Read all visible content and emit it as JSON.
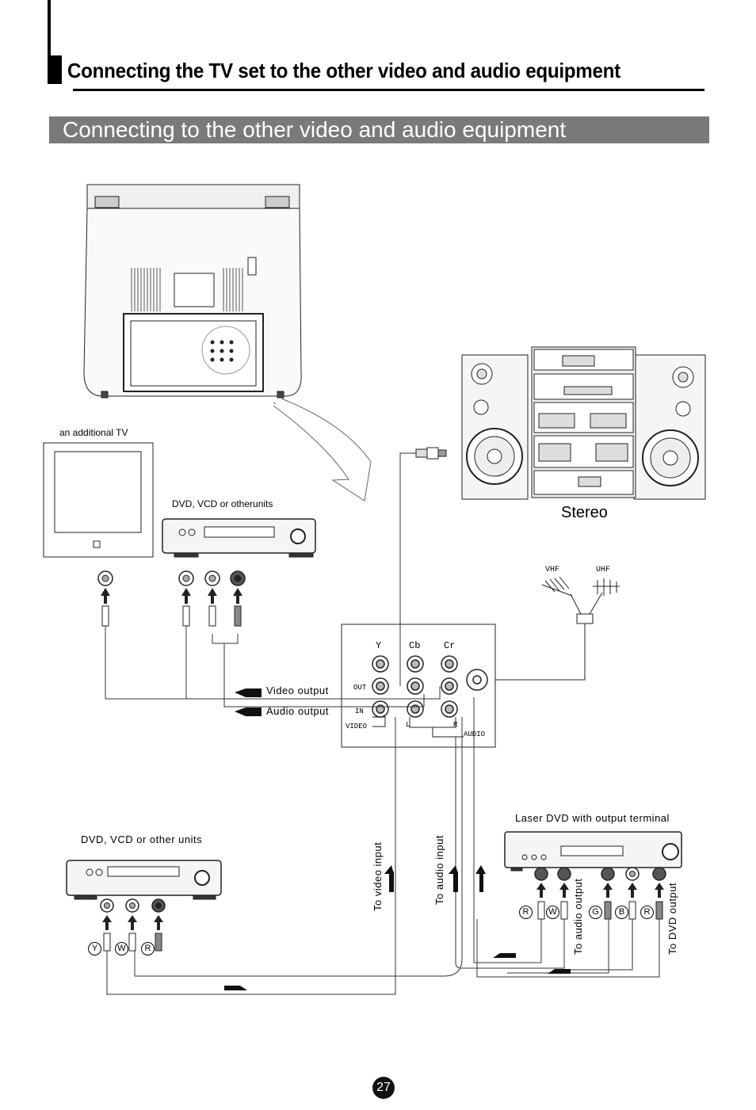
{
  "header": {
    "title": "Connecting the TV set to the other video and audio equipment"
  },
  "section": {
    "title": "Connecting to the other video and audio equipment"
  },
  "labels": {
    "additional_tv": "an additional TV",
    "dvd_top": "DVD, VCD or otherunits",
    "stereo": "Stereo",
    "vhf": "VHF",
    "uhf": "UHF",
    "video_output": "Video output",
    "audio_output": "Audio output",
    "laser_dvd": "Laser DVD with output terminal",
    "dvd_bottom": "DVD, VCD or other units",
    "to_video_input": "To video input",
    "to_audio_input": "To audio input",
    "to_audio_output": "To audio output",
    "to_dvd_output": "To DVD output"
  },
  "panel": {
    "y": "Y",
    "cb": "Cb",
    "cr": "Cr",
    "out": "OUT",
    "in": "IN",
    "video": "VIDEO",
    "l": "L",
    "r": "R",
    "audio": "AUDIO"
  },
  "plug_letters": {
    "bottom_left": [
      "Y",
      "W",
      "R"
    ],
    "bottom_right": [
      "R",
      "W",
      "G",
      "B",
      "R"
    ]
  },
  "footer": {
    "page_number": "27"
  }
}
